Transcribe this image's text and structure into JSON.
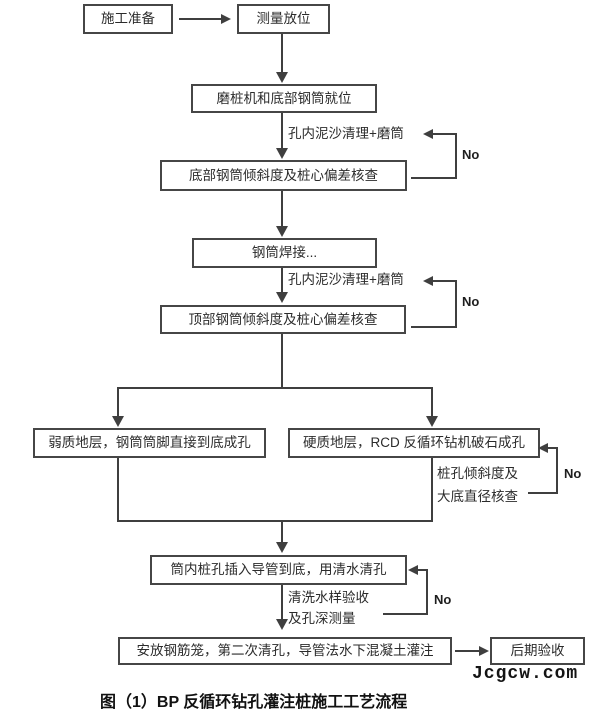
{
  "figure": {
    "caption": "图（1）BP 反循环钻孔灌注桩施工工艺流程",
    "watermark": "Jcgcw.com"
  },
  "flowchart": {
    "type": "flowchart",
    "nodes": {
      "prepare": "施工准备",
      "survey": "测量放位",
      "rig_position": "磨桩机和底部钢筒就位",
      "bottom_check": "底部钢筒倾斜度及桩心偏差核查",
      "welding": "钢筒焊接...",
      "top_check": "顶部钢筒倾斜度及桩心偏差核查",
      "soft_ground": "弱质地层，钢筒筒脚直接到底成孔",
      "hard_ground": "硬质地层，RCD 反循环钻机破石成孔",
      "pipe_insert": "筒内桩孔插入导管到底，用清水清孔",
      "concrete_pour": "安放钢筋笼，第二次清孔，导管法水下混凝土灌注",
      "acceptance": "后期验收"
    },
    "edge_labels": {
      "mud_clean_1": "孔内泥沙清理+磨筒",
      "mud_clean_2": "孔内泥沙清理+磨筒",
      "incline_check_line1": "桩孔倾斜度及",
      "incline_check_line2": "大底直径核查",
      "wash_check_line1": "清洗水样验收",
      "wash_check_line2": "及孔深测量",
      "no": "No"
    }
  },
  "colors": {
    "background": "#ffffff",
    "line": "#3f3f3f",
    "box_border": "#464646",
    "text": "#2b2b2b"
  }
}
